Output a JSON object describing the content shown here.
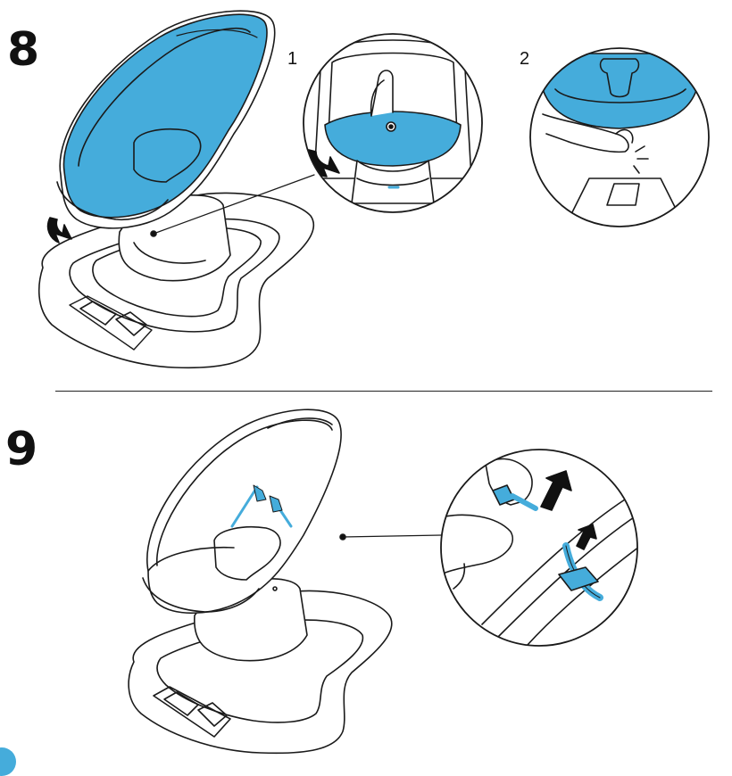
{
  "step8": {
    "number": "8",
    "sub_steps": [
      {
        "label": "1"
      },
      {
        "label": "2"
      }
    ]
  },
  "step9": {
    "number": "9"
  },
  "colors": {
    "accent": "#45ACDB",
    "line": "#1a1a1a",
    "fill": "#ffffff"
  },
  "icons": {
    "rotate_arrow": "curved-arrow-icon",
    "push_arrow": "black-arrow-icon"
  }
}
